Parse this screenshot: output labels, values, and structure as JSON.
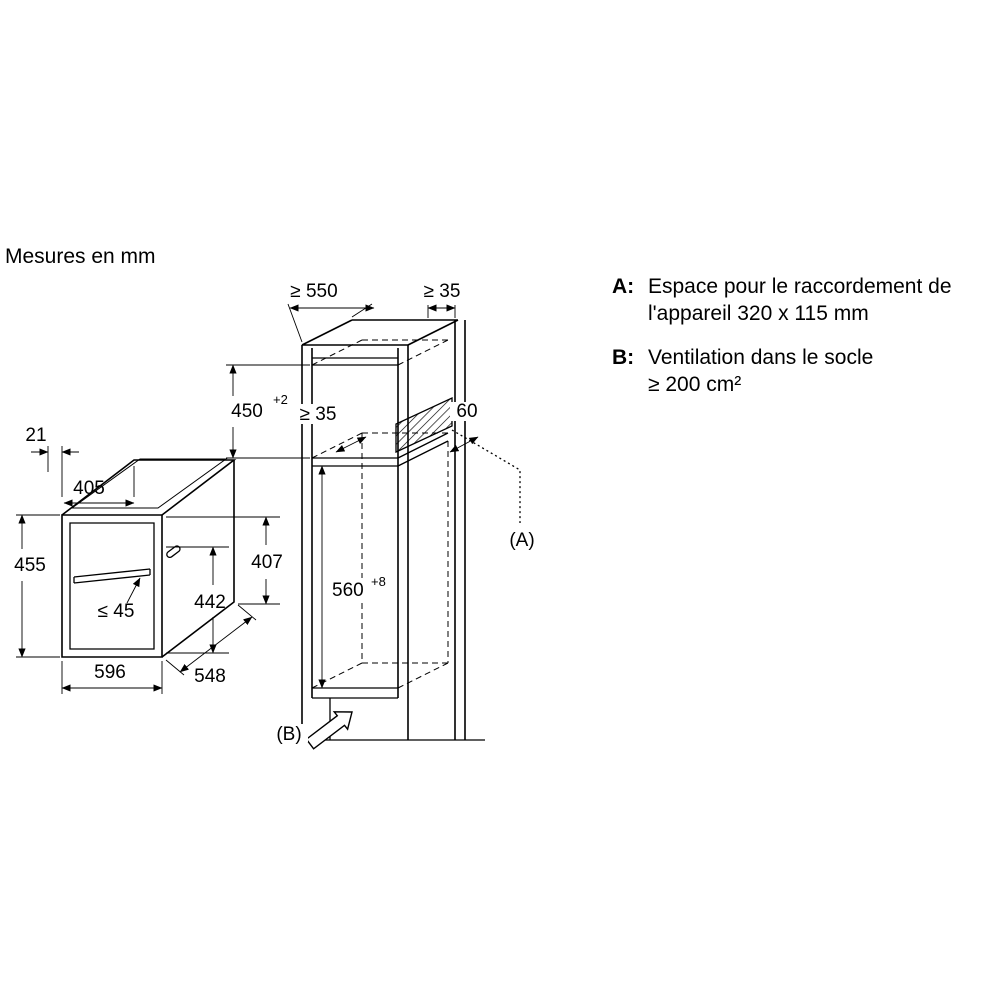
{
  "title": "Mesures en mm",
  "legend": {
    "a_key": "A:",
    "a_line1": "Espace pour le raccordement de",
    "a_line2": "l'appareil 320 x 115 mm",
    "b_key": "B:",
    "b_line1": "Ventilation dans le socle",
    "b_line2": "≥ 200 cm²"
  },
  "oven": {
    "door_thickness": "21",
    "depth_body": "405",
    "height": "455",
    "height_inner": "442",
    "height_back": "407",
    "handle_clearance": "≤ 45",
    "width": "596",
    "depth": "548"
  },
  "cabinet": {
    "depth_min": "≥ 550",
    "rear_gap_top": "≥ 35",
    "niche_height": "450",
    "niche_height_tol": "+2",
    "rear_gap_inner": "≥ 35",
    "connection_offset": "60",
    "lower_niche_height": "560",
    "lower_niche_tol": "+8",
    "label_a": "(A)",
    "label_b": "(B)"
  }
}
